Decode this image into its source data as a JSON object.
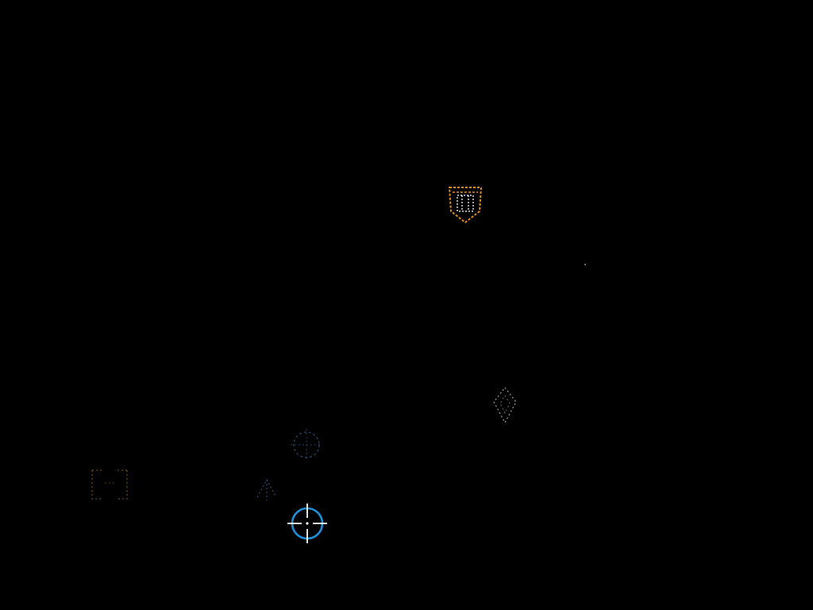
{
  "scene": {
    "background_color": "#000000",
    "objects": [
      {
        "name": "orange-shield-emblem-icon",
        "kind": "shield-emblem",
        "color": "#e08a1e",
        "accent": "#ffffff"
      },
      {
        "name": "faint-white-diamond-icon",
        "kind": "diamond",
        "color": "#cfcfcf"
      },
      {
        "name": "dim-blue-crosshair-icon",
        "kind": "crosshair-dim",
        "color": "#2a6a9a"
      },
      {
        "name": "dim-blue-arrow-icon",
        "kind": "arrow",
        "color": "#3a7ab0"
      },
      {
        "name": "faint-orange-bracket-icon",
        "kind": "bracket",
        "color": "#c07020"
      },
      {
        "name": "blue-crosshair-target-icon",
        "kind": "crosshair-bright",
        "color": "#1e8fd8",
        "accent": "#ffffff"
      },
      {
        "name": "tiny-speck-icon",
        "kind": "speck",
        "color": "#888888"
      }
    ]
  }
}
